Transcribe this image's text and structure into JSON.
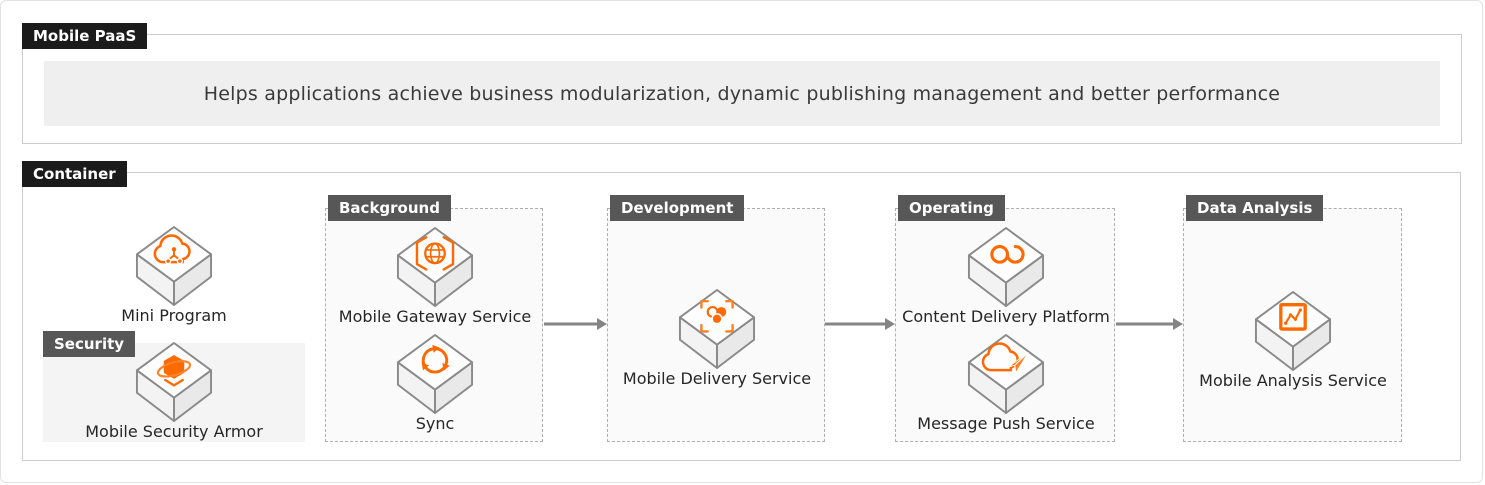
{
  "mobile_paas": {
    "badge": "Mobile PaaS",
    "description": "Helps applications achieve business modularization, dynamic publishing management and better performance"
  },
  "container": {
    "badge": "Container",
    "standalone": [
      {
        "label": "Mini Program",
        "icon": "mini-program-icon"
      }
    ],
    "security": {
      "badge": "Security",
      "items": [
        {
          "label": "Mobile Security Armor",
          "icon": "security-armor-icon"
        }
      ]
    },
    "groups": [
      {
        "badge": "Background",
        "items": [
          {
            "label": "Mobile Gateway Service",
            "icon": "gateway-icon"
          },
          {
            "label": "Sync",
            "icon": "sync-icon"
          }
        ]
      },
      {
        "badge": "Development",
        "items": [
          {
            "label": "Mobile Delivery Service",
            "icon": "delivery-icon"
          }
        ]
      },
      {
        "badge": "Operating",
        "items": [
          {
            "label": "Content Delivery Platform",
            "icon": "content-delivery-icon"
          },
          {
            "label": "Message Push Service",
            "icon": "message-push-icon"
          }
        ]
      },
      {
        "badge": "Data Analysis",
        "items": [
          {
            "label": "Mobile Analysis Service",
            "icon": "analysis-icon"
          }
        ]
      }
    ],
    "flow": [
      "Background -> Development",
      "Development -> Operating",
      "Operating -> Data Analysis"
    ]
  },
  "colors": {
    "accent": "#FF6A00",
    "badge_dark": "#1b1b1b",
    "badge_gray": "#575757",
    "arrow": "#858585",
    "panel_border": "#cccccc",
    "banner_bg": "#efefef"
  }
}
